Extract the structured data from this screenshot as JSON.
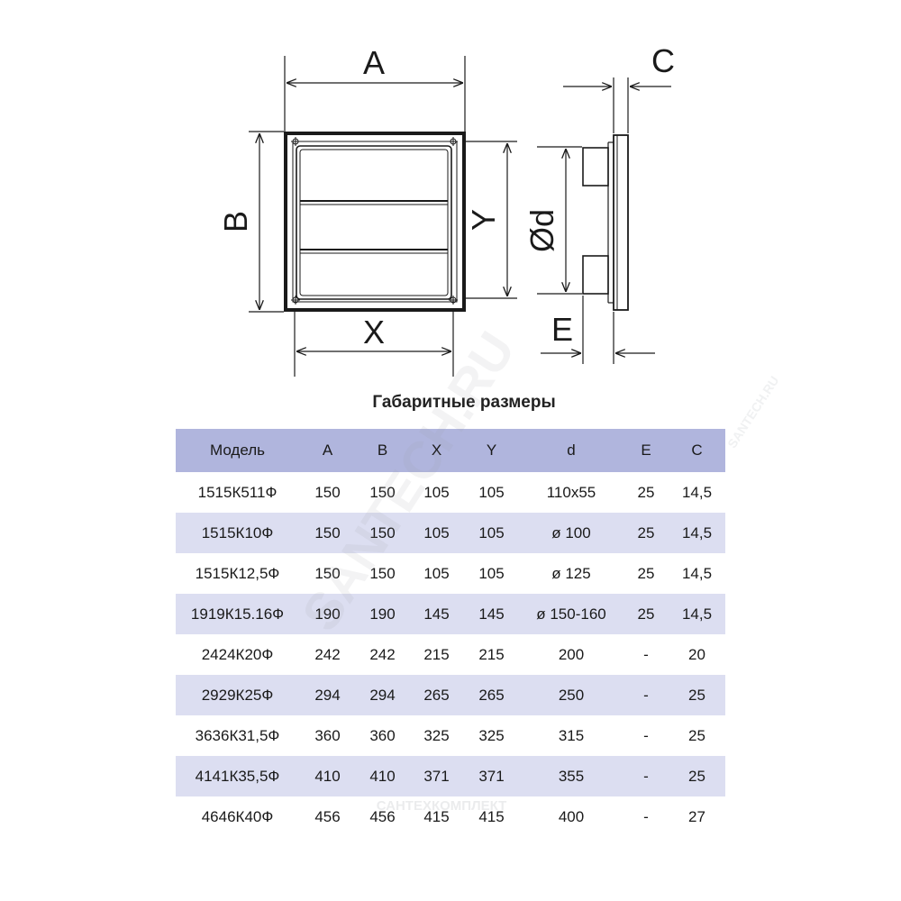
{
  "drawing": {
    "labels": {
      "a": "A",
      "b": "B",
      "x": "X",
      "y": "Y",
      "d": "Ød",
      "c": "C",
      "e": "E"
    }
  },
  "table": {
    "title": "Габаритные размеры",
    "headers": [
      "Модель",
      "A",
      "B",
      "X",
      "Y",
      "d",
      "E",
      "C"
    ],
    "rows": [
      [
        "1515К511Ф",
        "150",
        "150",
        "105",
        "105",
        "110x55",
        "25",
        "14,5"
      ],
      [
        "1515К10Ф",
        "150",
        "150",
        "105",
        "105",
        "ø 100",
        "25",
        "14,5"
      ],
      [
        "1515К12,5Ф",
        "150",
        "150",
        "105",
        "105",
        "ø 125",
        "25",
        "14,5"
      ],
      [
        "1919К15.16Ф",
        "190",
        "190",
        "145",
        "145",
        "ø 150-160",
        "25",
        "14,5"
      ],
      [
        "2424К20Ф",
        "242",
        "242",
        "215",
        "215",
        "200",
        "-",
        "20"
      ],
      [
        "2929К25Ф",
        "294",
        "294",
        "265",
        "265",
        "250",
        "-",
        "25"
      ],
      [
        "3636К31,5Ф",
        "360",
        "360",
        "325",
        "325",
        "315",
        "-",
        "25"
      ],
      [
        "4141К35,5Ф",
        "410",
        "410",
        "371",
        "371",
        "355",
        "-",
        "25"
      ],
      [
        "4646К40Ф",
        "456",
        "456",
        "415",
        "415",
        "400",
        "-",
        "27"
      ]
    ]
  },
  "watermark": {
    "main": "SANTECH.RU",
    "small": "САНТЕХКОМПЛЕКТ",
    "side": "SANTECH.RU"
  },
  "colors": {
    "header_bg": "#b0b5dd",
    "stripe_bg": "#dcdef1",
    "line": "#1a1a1a"
  }
}
